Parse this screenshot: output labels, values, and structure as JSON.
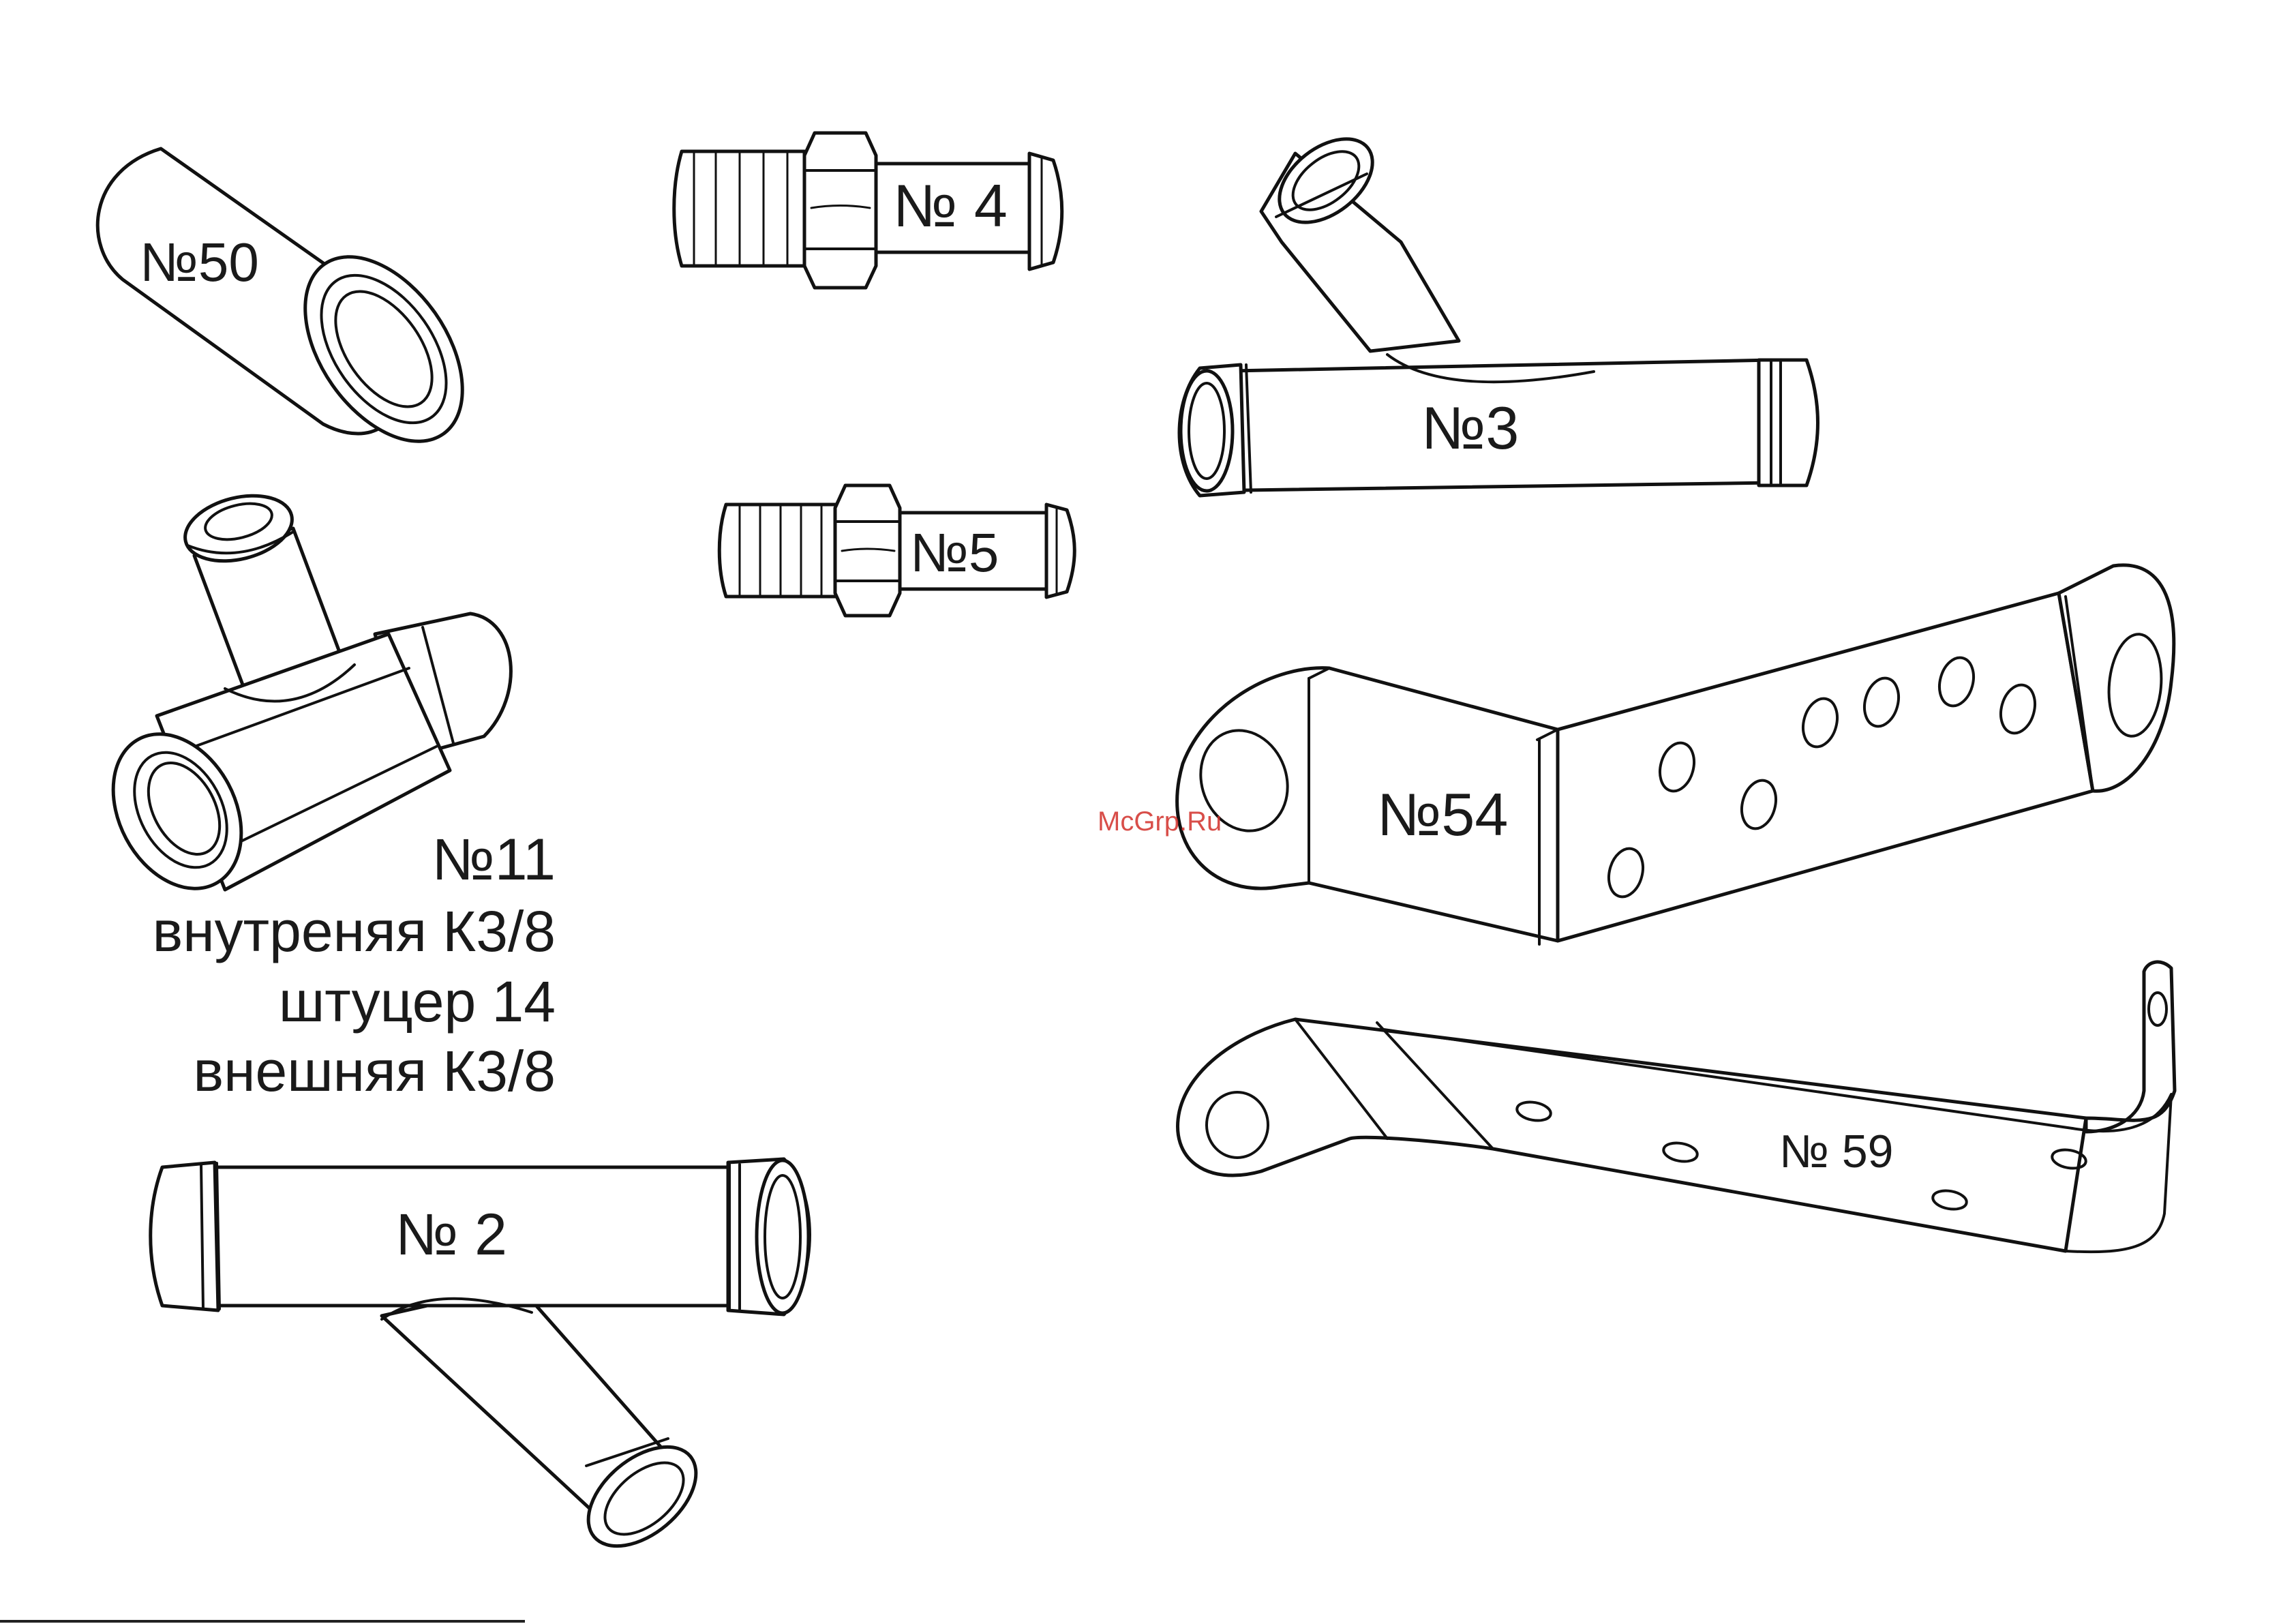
{
  "parts": {
    "p50": "№50",
    "p4": "№ 4",
    "p3": "№3",
    "p5": "№5",
    "p11": "№11",
    "p11_lines": [
      "внутреняя К3/8",
      "штуцер 14",
      "внешняя К3/8"
    ],
    "p54": "№54",
    "p59": "№ 59",
    "p2": "№ 2"
  },
  "watermark": "McGrp.Ru"
}
